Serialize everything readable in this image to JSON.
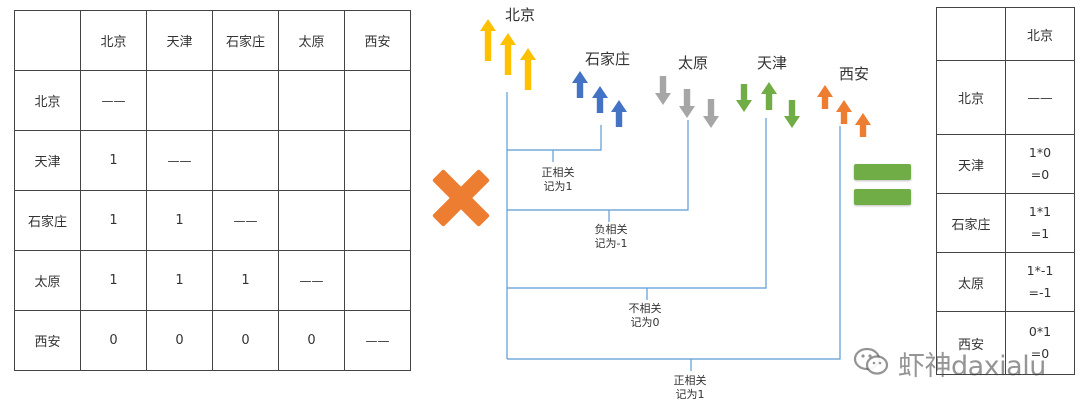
{
  "left_table": {
    "header": [
      "",
      "北京",
      "天津",
      "石家庄",
      "太原",
      "西安"
    ],
    "rows": [
      [
        "北京",
        "——",
        "",
        "",
        "",
        ""
      ],
      [
        "天津",
        "1",
        "——",
        "",
        "",
        ""
      ],
      [
        "石家庄",
        "1",
        "1",
        "——",
        "",
        ""
      ],
      [
        "太原",
        "1",
        "1",
        "1",
        "——",
        ""
      ],
      [
        "西安",
        "0",
        "0",
        "0",
        "0",
        "——"
      ]
    ]
  },
  "diagram": {
    "cities": {
      "beijing": "北京",
      "shijiazhuang": "石家庄",
      "taiyuan": "太原",
      "tianjin": "天津",
      "xian": "西安"
    },
    "relations": [
      {
        "line1": "正相关",
        "line2": "记为1"
      },
      {
        "line1": "负相关",
        "line2": "记为-1"
      },
      {
        "line1": "不相关",
        "line2": "记为0"
      },
      {
        "line1": "正相关",
        "line2": "记为1"
      }
    ],
    "arrow_colors": {
      "beijing": "#ffc000",
      "shijiazhuang": "#4472c4",
      "taiyuan": "#a6a6a6",
      "tianjin": "#70ad47",
      "xian": "#ed7d31"
    },
    "multiply_color": "#ed7d31",
    "equals_color": "#70ad47",
    "tree_line_color": "#5b9bd5"
  },
  "right_table": {
    "header_city": "北京",
    "rows": [
      {
        "city": "北京",
        "value_line1": "——",
        "value_line2": ""
      },
      {
        "city": "天津",
        "value_line1": "1*0",
        "value_line2": "=0"
      },
      {
        "city": "石家庄",
        "value_line1": "1*1",
        "value_line2": "=1"
      },
      {
        "city": "太原",
        "value_line1": "1*-1",
        "value_line2": "=-1"
      },
      {
        "city": "西安",
        "value_line1": "0*1",
        "value_line2": "=0"
      }
    ]
  },
  "watermark": {
    "text": "虾神daxialu"
  }
}
